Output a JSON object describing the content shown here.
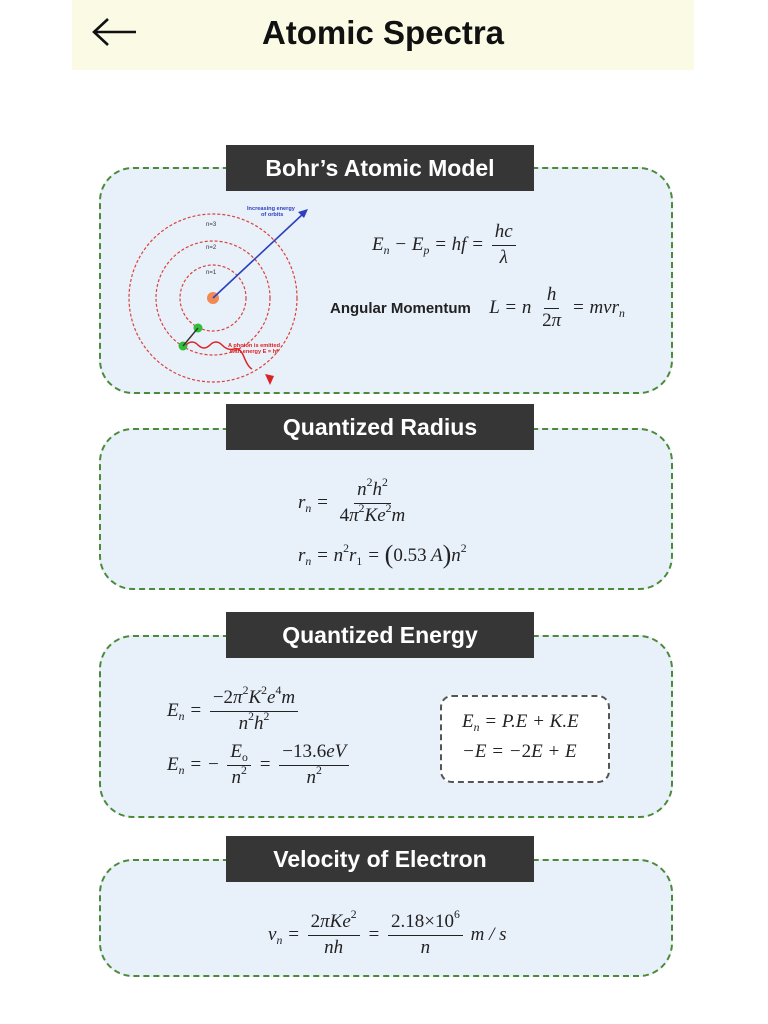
{
  "header": {
    "title": "Atomic Spectra",
    "back_icon": "arrow-left-icon"
  },
  "sections": [
    {
      "heading": "Bohr’s Atomic Model",
      "diagram": {
        "orbit_labels": [
          "n=3",
          "n=2",
          "n=1"
        ],
        "arrow_label_line1": "Increasing energy",
        "arrow_label_line2": "of orbits",
        "photon_label_line1": "A photon is emitted",
        "photon_label_line2": "with energy E = hf"
      },
      "angular_momentum_label": "Angular Momentum"
    },
    {
      "heading": "Quantized Radius"
    },
    {
      "heading": "Quantized Energy"
    },
    {
      "heading": "Velocity of Electron"
    }
  ],
  "colors": {
    "card_bg": "#e8f0fa",
    "card_border": "#4c8a3a",
    "heading_bg": "#363636",
    "header_bg": "#fbfbe5"
  }
}
